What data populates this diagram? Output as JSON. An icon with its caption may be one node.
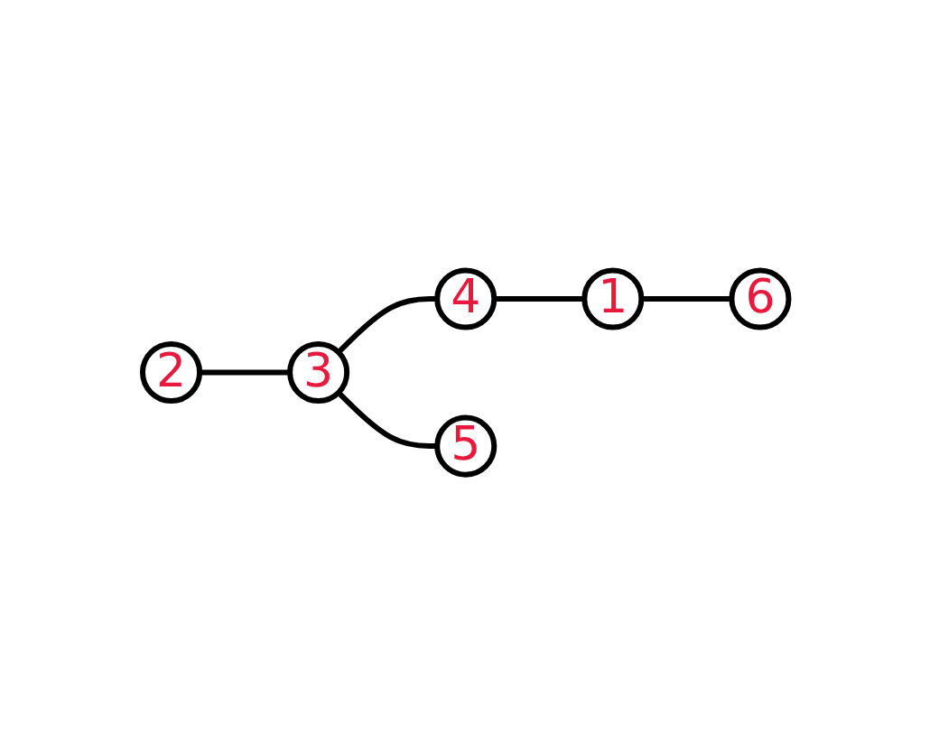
{
  "diagram": {
    "nodes": [
      {
        "text": [
          "2"
        ]
      },
      {
        "text": [
          "1"
        ]
      },
      {
        "text": [
          "4"
        ]
      },
      {
        "text": [
          "3"
        ]
      },
      {
        "text": [
          "6"
        ]
      },
      {
        "text": [
          "5"
        ]
      }
    ],
    "edges": [
      {
        "from": 0,
        "to": 3,
        "arrow": "none"
      },
      {
        "from": 3,
        "to": 2,
        "arrow": "none"
      },
      {
        "from": 2,
        "to": 1,
        "arrow": "none"
      },
      {
        "from": 1,
        "to": 4,
        "arrow": "none"
      },
      {
        "from": 3,
        "to": 5,
        "arrow": "none"
      }
    ]
  }
}
